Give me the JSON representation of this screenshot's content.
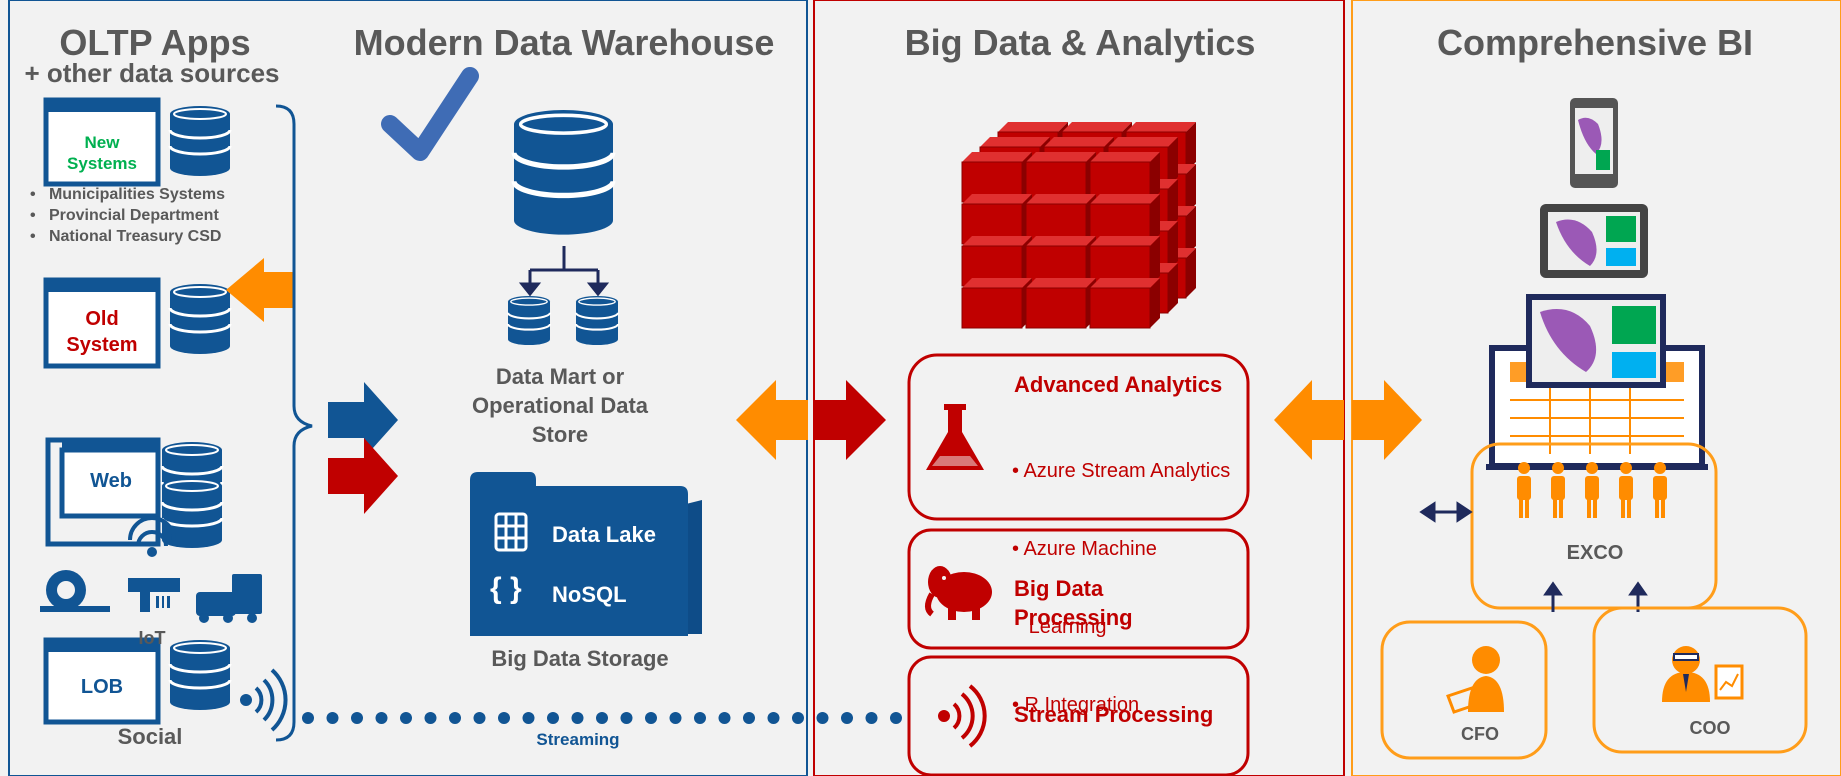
{
  "colors": {
    "blue": "#115594",
    "red": "#c00000",
    "orange": "#ff8c00",
    "gray": "#595959",
    "green": "#00b050"
  },
  "oltp": {
    "title": "OLTP Apps",
    "subtitle": "+ other data sources",
    "new_systems": [
      "New",
      "Systems"
    ],
    "bullets": [
      "Municipalities Systems",
      "Provincial Department",
      "National Treasury CSD"
    ],
    "old_system": [
      "Old",
      "System"
    ],
    "web_label": "Web",
    "iot_label": "IoT",
    "lob_label": "LOB",
    "social_label": "Social"
  },
  "warehouse": {
    "title": "Modern Data Warehouse",
    "mart_label": [
      "Data Mart or",
      "Operational Data",
      "Store"
    ],
    "data_lake": "Data Lake",
    "nosql": "NoSQL",
    "nosql_glyph": "{ }",
    "storage_label": "Big Data Storage",
    "streaming_label": "Streaming"
  },
  "bigdata": {
    "title": "Big Data & Analytics",
    "advanced_title": "Advanced Analytics",
    "advanced_items": [
      "• Azure Stream Analytics",
      "• Azure Machine",
      "   Learning",
      "• R Integration"
    ],
    "processing": [
      "Big Data",
      "Processing"
    ],
    "stream": "Stream Processing"
  },
  "bi": {
    "title": "Comprehensive BI",
    "exco": "EXCO",
    "cfo": "CFO",
    "coo": "COO"
  }
}
